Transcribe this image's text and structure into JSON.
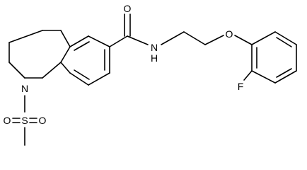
{
  "molecule": {
    "atoms": {
      "O_carbonyl": "O",
      "N_amide": "N",
      "H_amide": "H",
      "O_ether": "O",
      "F": "F",
      "N_ring": "N",
      "S": "S",
      "O_sulfonyl_left": "O",
      "O_sulfonyl_right": "O"
    }
  }
}
